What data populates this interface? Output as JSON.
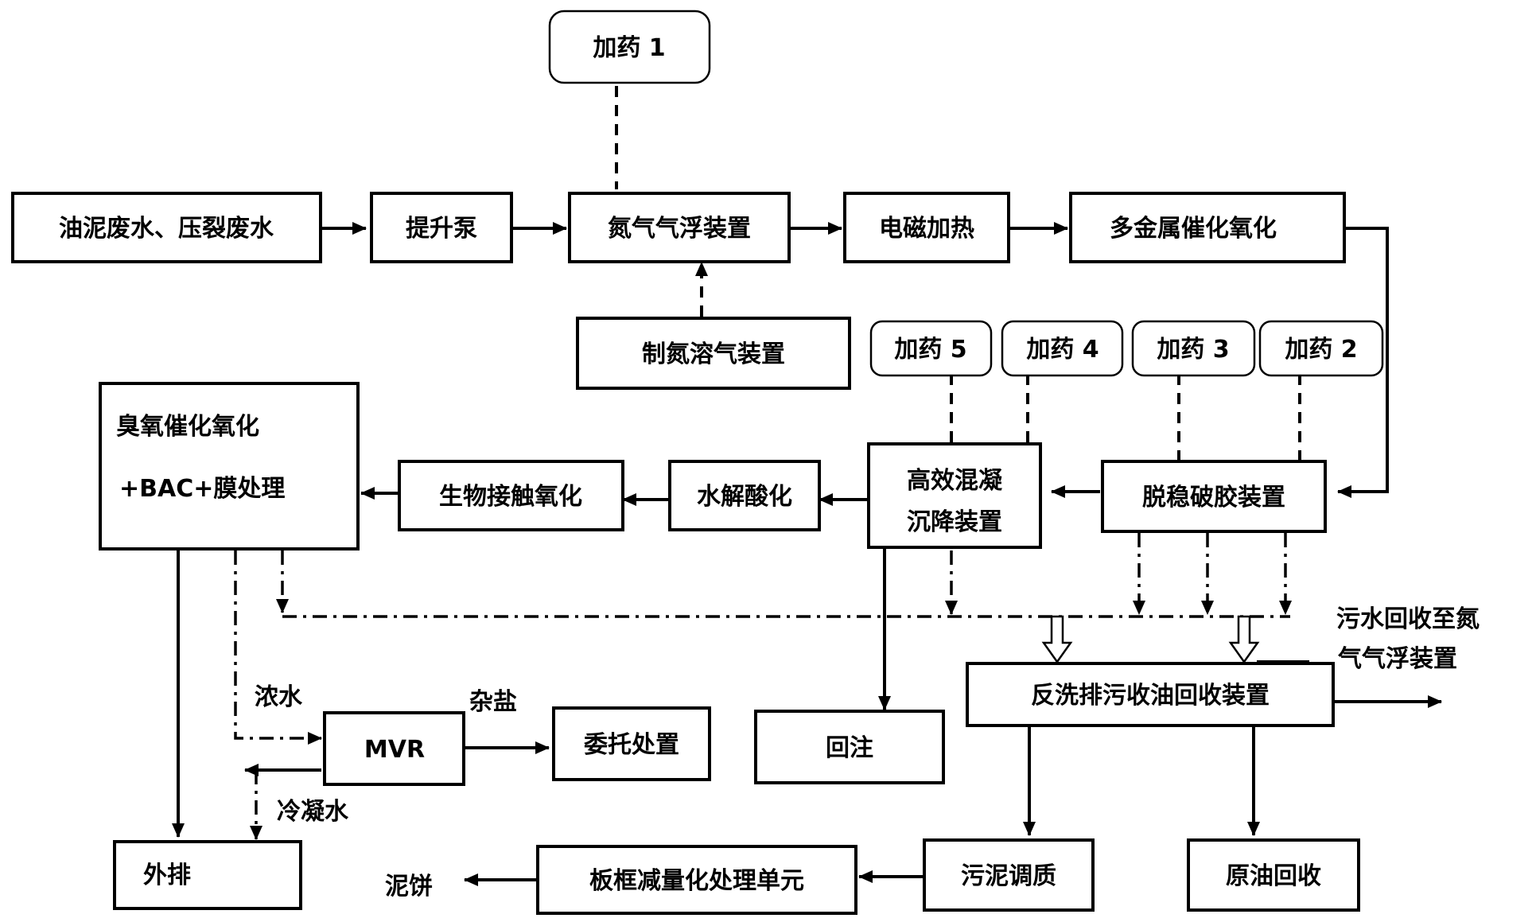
{
  "nodes": {
    "dose1": "加药 1",
    "inflow": "油泥废水、压裂废水",
    "pump": "提升泵",
    "flotation": "氮气气浮装置",
    "em_heat": "电磁加热",
    "multi_metal": "多金属催化氧化",
    "n2_dissolve": "制氮溶气装置",
    "dose5": "加药 5",
    "dose4": "加药 4",
    "dose3": "加药 3",
    "dose2": "加药 2",
    "ozone_line1": "臭氧催化氧化",
    "ozone_line2": "+BAC+膜处理",
    "bio_contact": "生物接触氧化",
    "hydrolysis": "水解酸化",
    "coag_line1": "高效混凝",
    "coag_line2": "沉降装置",
    "demuls": "脱稳破胶装置",
    "backwash": "反洗排污收油回收装置",
    "mvr": "MVR",
    "entrust": "委托处置",
    "reinject": "回注",
    "discharge": "外排",
    "plate_frame": "板框减量化处理单元",
    "sludge_cond": "污泥调质",
    "crude_recovery": "原油回收"
  },
  "labels": {
    "sewage_line1": "污水回收至氮",
    "sewage_line2": "气气浮装置",
    "concentrate": "浓水",
    "mixed_salt": "杂盐",
    "condensate": "冷凝水",
    "mudcake": "泥饼"
  }
}
